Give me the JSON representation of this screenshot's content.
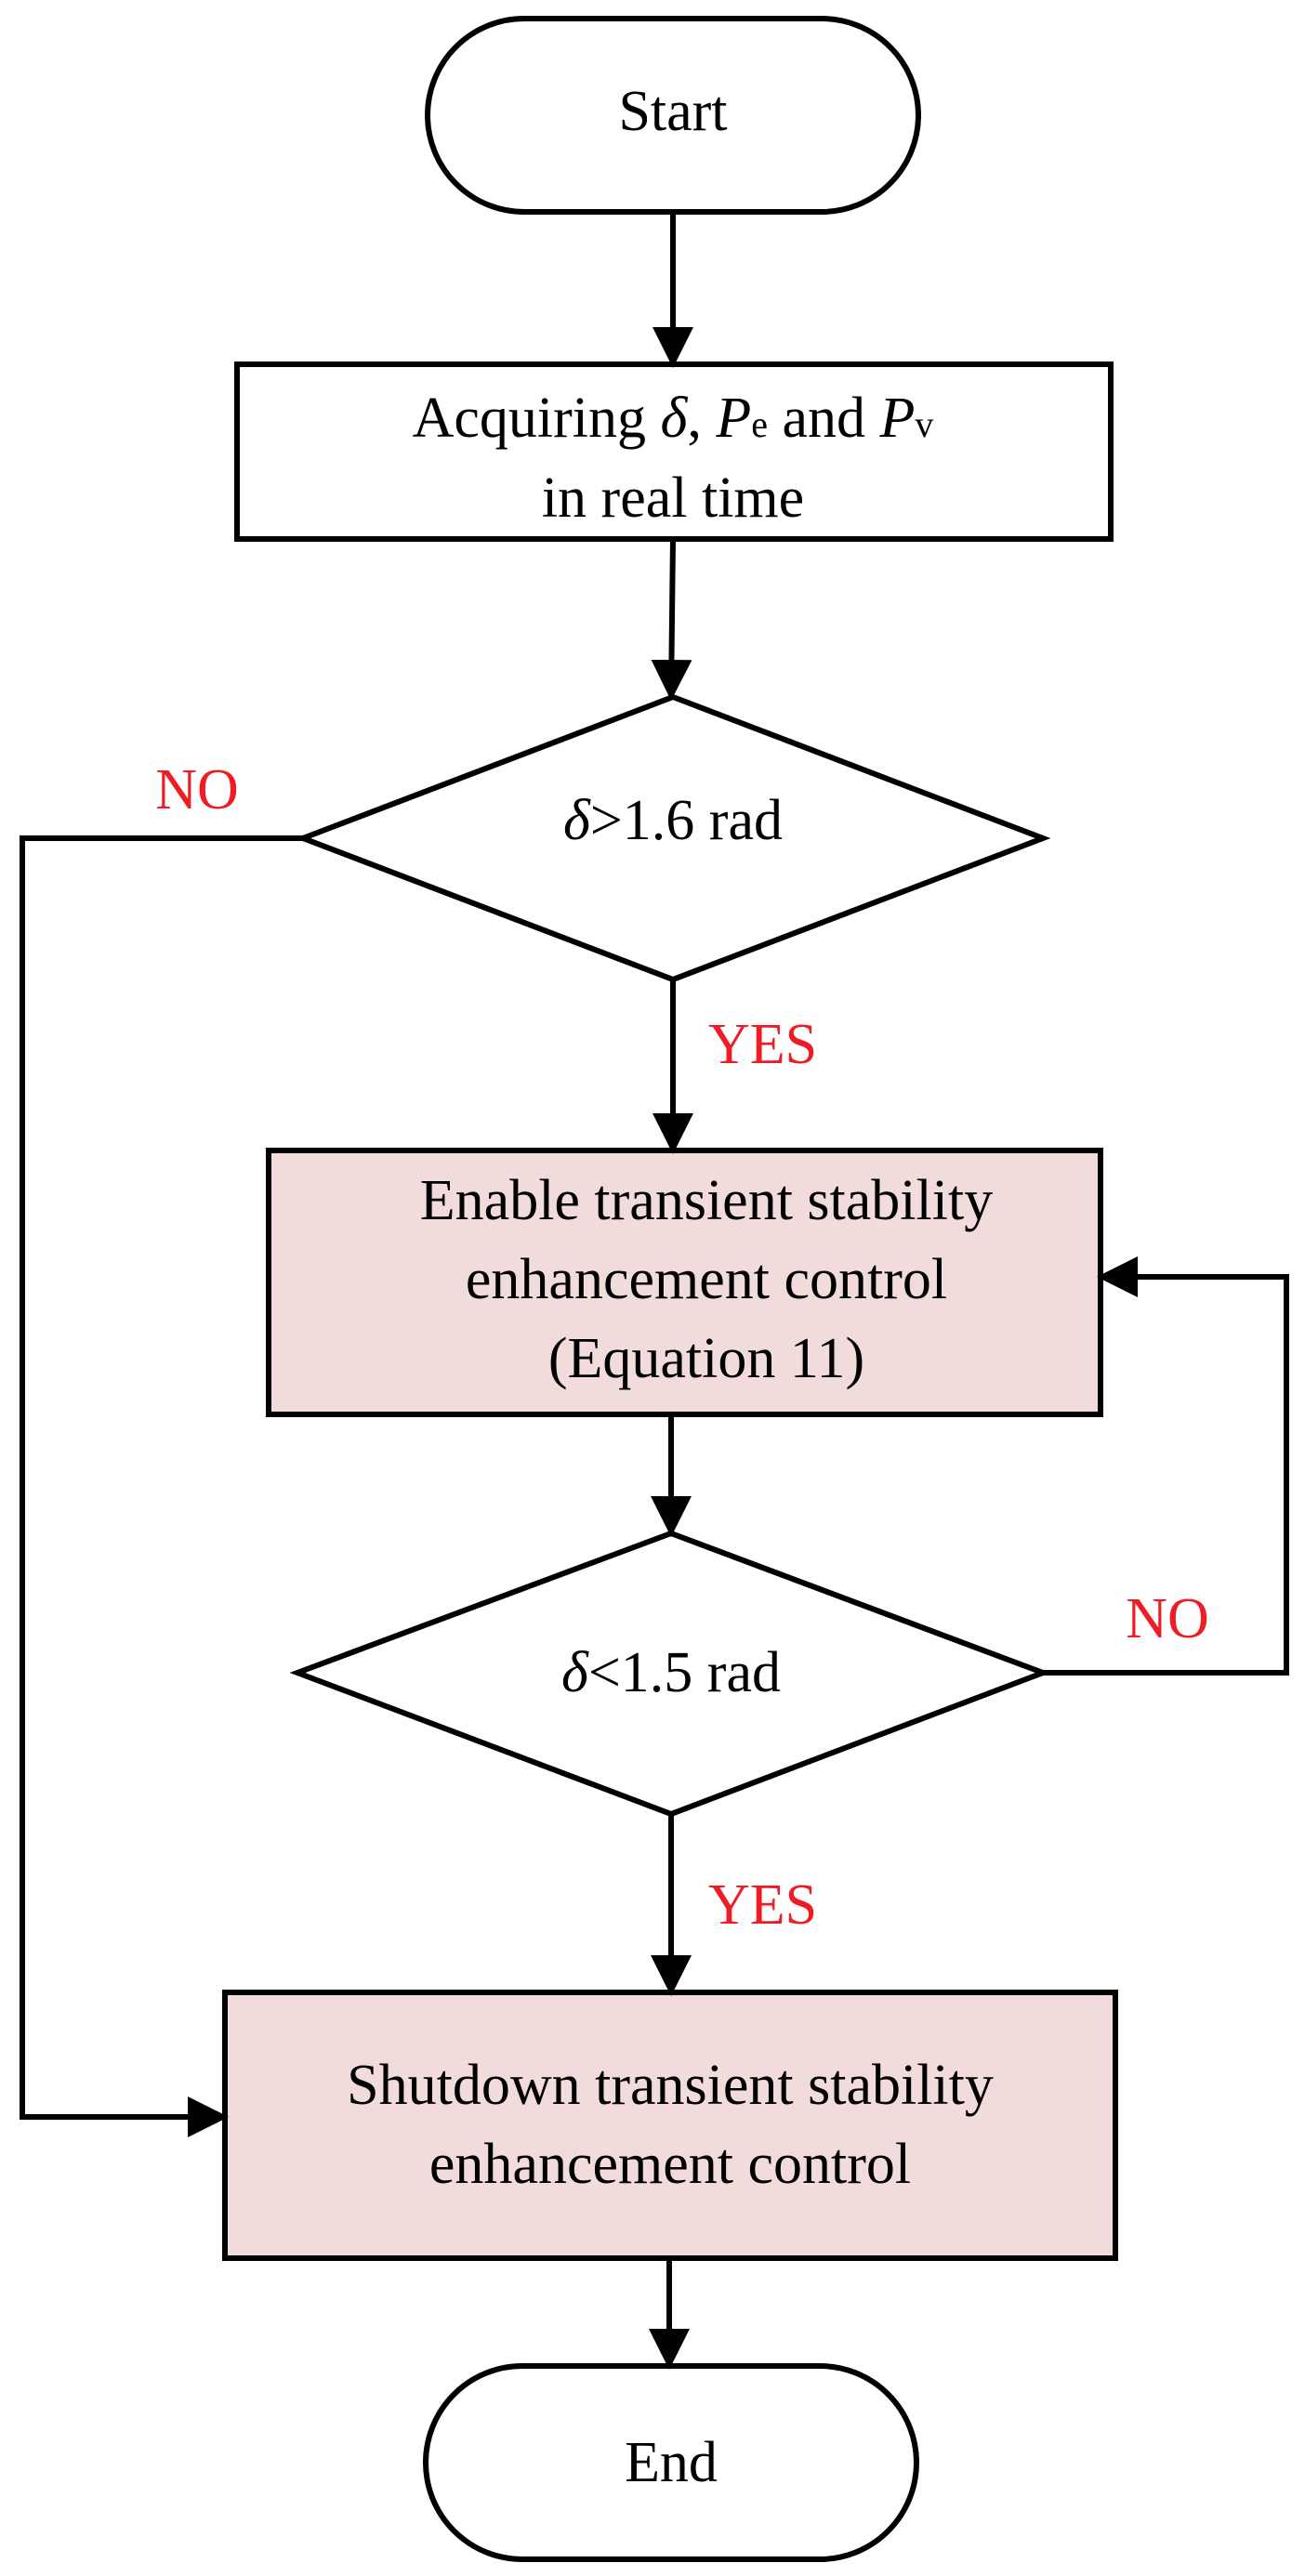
{
  "colors": {
    "stroke": "#000000",
    "process_fill": "#ffffff",
    "highlight_fill": "#f2dcdb",
    "branch_label": "#ee1c25"
  },
  "nodes": {
    "start": {
      "label": "Start"
    },
    "acquire": {
      "line1_prefix": "Acquiring ",
      "line1_delta": "δ",
      "line1_sep": ", ",
      "line1_pe_p": "P",
      "line1_pe_sub": "e",
      "line1_and": " and ",
      "line1_pv_p": "P",
      "line1_pv_sub": "v",
      "line2": "in real time"
    },
    "decision1": {
      "delta": "δ",
      "rest": ">1.6 rad"
    },
    "enable": {
      "line1": "Enable transient stability",
      "line2": "enhancement control",
      "line3": "(Equation 11)"
    },
    "decision2": {
      "delta": "δ",
      "rest": "<1.5 rad"
    },
    "shutdown": {
      "line1": "Shutdown transient stability",
      "line2": "enhancement control"
    },
    "end": {
      "label": "End"
    }
  },
  "branches": {
    "decision1_no": "NO",
    "decision1_yes": "YES",
    "decision2_no": "NO",
    "decision2_yes": "YES"
  }
}
